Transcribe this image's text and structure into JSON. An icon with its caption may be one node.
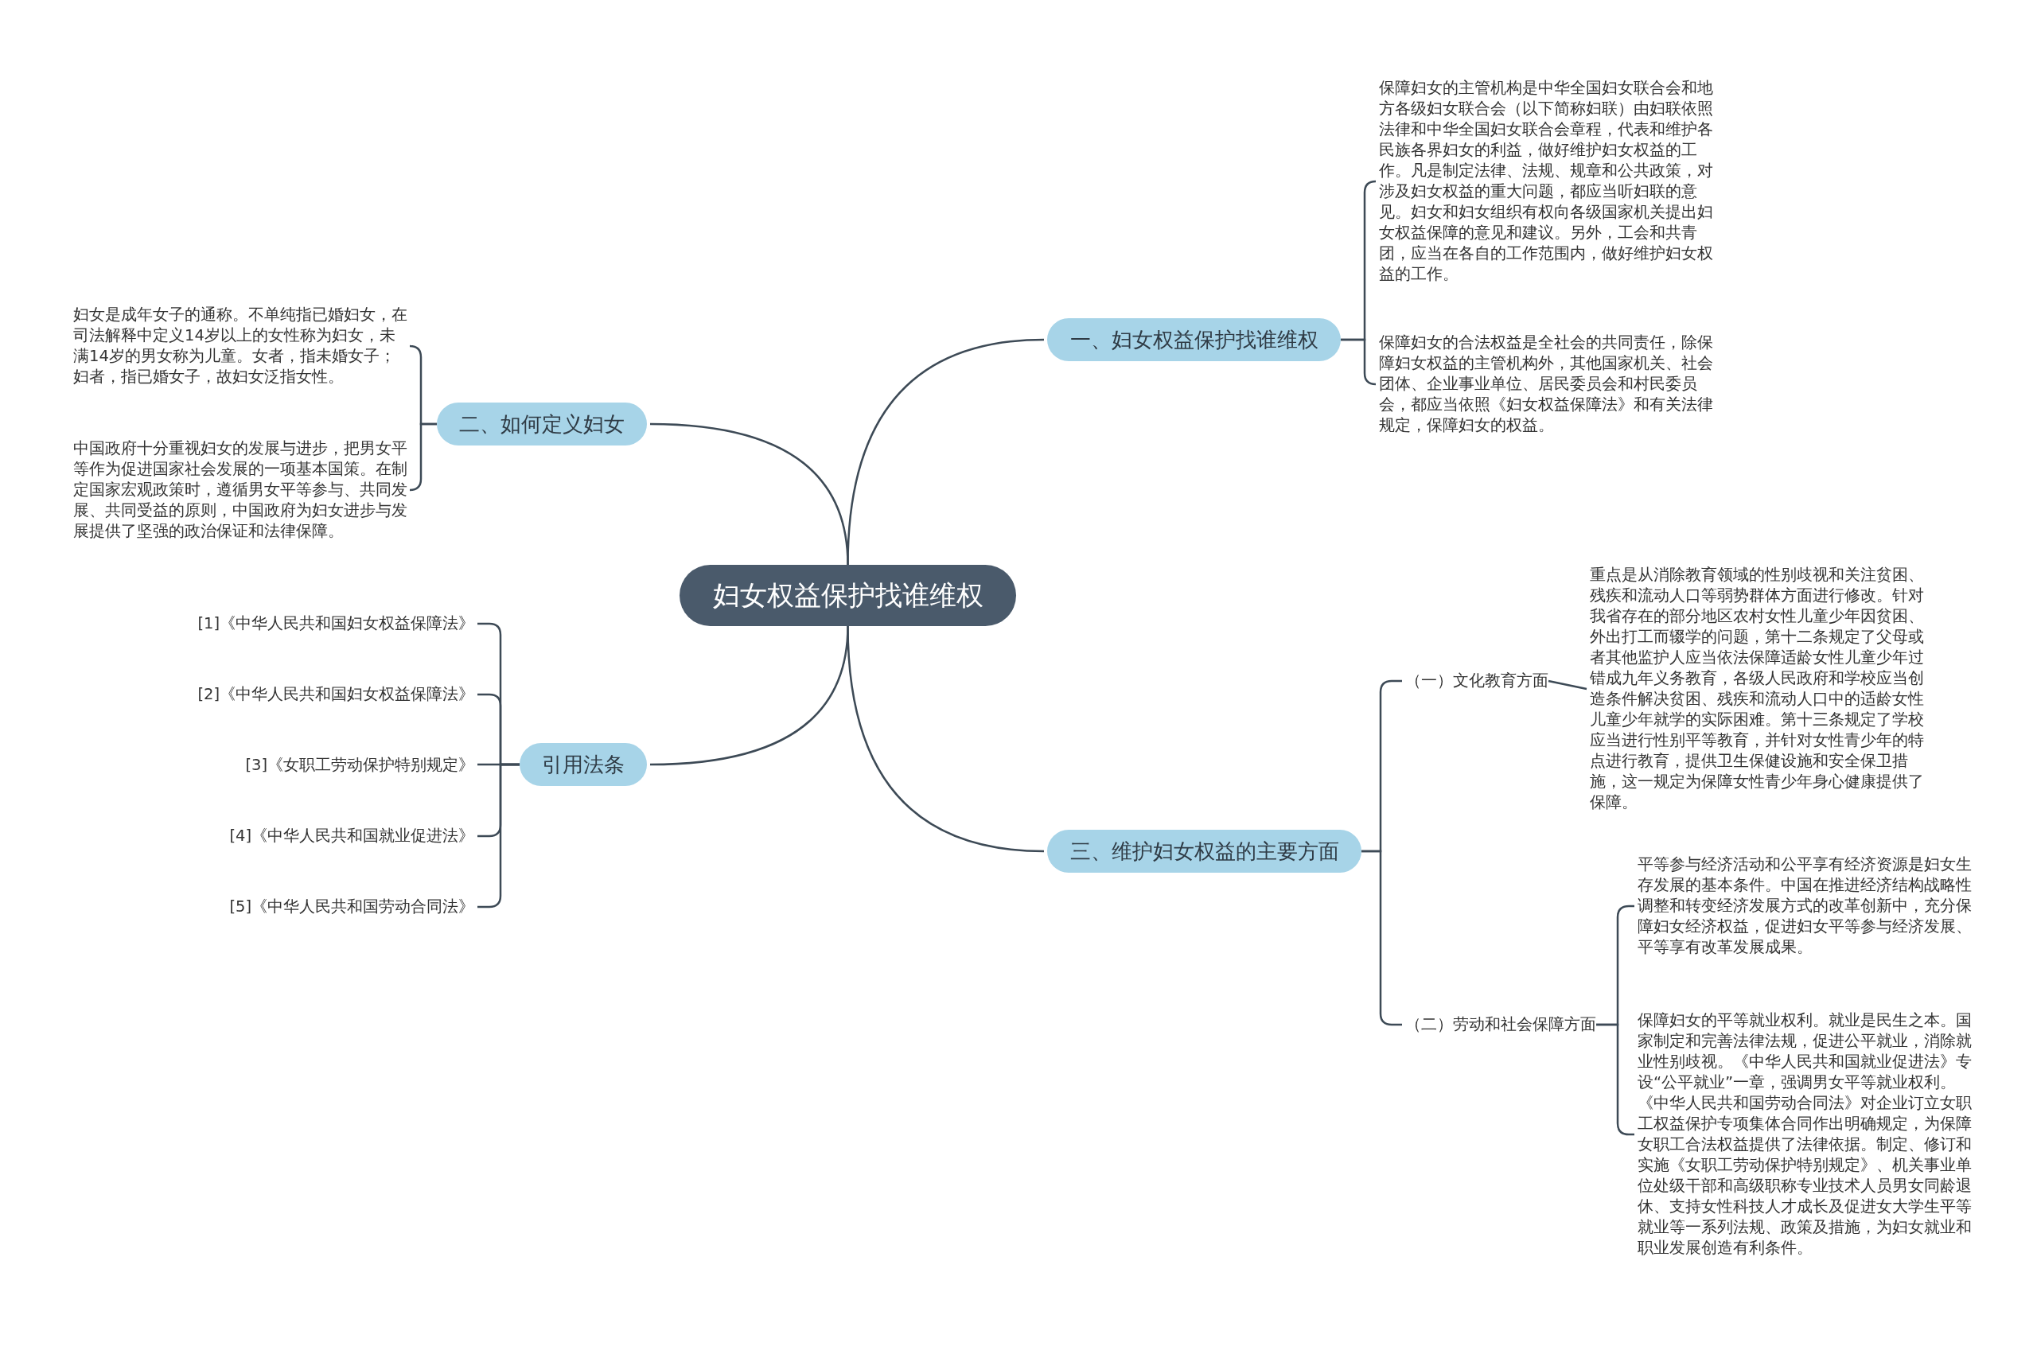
{
  "diagram": {
    "nodes": [
      {
        "text": [
          "妇女权益保护找谁维权"
        ]
      },
      {
        "text": [
          "一、妇女权益保护找谁维权"
        ]
      },
      {
        "text": [
          "保障妇女的主管机构是中华全国妇女联合会和地方各级妇女联合会（以下简称妇联）由妇联依照法律和中华全国妇女联合会章程，代表和维护各民族各界妇女的利益，做好维护妇女权益的工作。凡是制定法律、法规、规章和公共政策，对涉及妇女权益的重大问题，都应当听妇联的意见。妇女和妇女组织有权向各级国家机关提出妇女权益保障的意见和建议。另外，工会和共青团，应当在各自的工作范围内，做好维护妇女权益的工作。"
        ]
      },
      {
        "text": [
          "保障妇女的合法权益是全社会的共同责任，除保障妇女权益的主管机构外，其他国家机关、社会团体、企业事业单位、居民委员会和村民委员会，都应当依照《妇女权益保障法》和有关法律规定，保障妇女的权益。"
        ]
      },
      {
        "text": [
          "二、如何定义妇女"
        ]
      },
      {
        "text": [
          "妇女是成年女子的通称。不单纯指已婚妇女，在司法解释中定义14岁以上的女性称为妇女，未满14岁的男女称为儿童。女者，指未婚女子；妇者，指已婚女子，故妇女泛指女性。"
        ]
      },
      {
        "text": [
          "中国政府十分重视妇女的发展与进步，把男女平等作为促进国家社会发展的一项基本国策。在制定国家宏观政策时，遵循男女平等参与、共同发展、共同受益的原则，中国政府为妇女进步与发展提供了坚强的政治保证和法律保障。"
        ]
      },
      {
        "text": [
          "引用法条"
        ]
      },
      {
        "text": [
          "[1]《中华人民共和国妇女权益保障法》"
        ]
      },
      {
        "text": [
          "[2]《中华人民共和国妇女权益保障法》"
        ]
      },
      {
        "text": [
          "[3]《女职工劳动保护特别规定》"
        ]
      },
      {
        "text": [
          "[4]《中华人民共和国就业促进法》"
        ]
      },
      {
        "text": [
          "[5]《中华人民共和国劳动合同法》"
        ]
      },
      {
        "text": [
          "三、维护妇女权益的主要方面"
        ]
      },
      {
        "text": [
          "（一）文化教育方面"
        ]
      },
      {
        "text": [
          "重点是从消除教育领域的性别歧视和关注贫困、残疾和流动人口等弱势群体方面进行修改。针对我省存在的部分地区农村女性儿童少年因贫困、外出打工而辍学的问题，第十二条规定了父母或者其他监护人应当依法保障适龄女性儿童少年过错成九年义务教育，各级人民政府和学校应当创造条件解决贫困、残疾和流动人口中的适龄女性儿童少年就学的实际困难。第十三条规定了学校应当进行性别平等教育，并针对女性青少年的特点进行教育，提供卫生保健设施和安全保卫措施，这一规定为保障女性青少年身心健康提供了保障。"
        ]
      },
      {
        "text": [
          "（二）劳动和社会保障方面"
        ]
      },
      {
        "text": [
          "平等参与经济活动和公平享有经济资源是妇女生存发展的基本条件。中国在推进经济结构战略性调整和转变经济发展方式的改革创新中，充分保障妇女经济权益，促进妇女平等参与经济发展、平等享有改革发展成果。"
        ]
      },
      {
        "text": [
          "保障妇女的平等就业权利。就业是民生之本。国家制定和完善法律法规，促进公平就业，消除就业性别歧视。《中华人民共和国就业促进法》专设“公平就业”一章，强调男女平等就业权利。《中华人民共和国劳动合同法》对企业订立女职工权益保护专项集体合同作出明确规定，为保障女职工合法权益提供了法律依据。制定、修订和实施《女职工劳动保护特别规定》、机关事业单位处级干部和高级职称专业技术人员男女同龄退休、支持女性科技人才成长及促进女大学生平等就业等一系列法规、政策及措施，为妇女就业和职业发展创造有利条件。"
        ]
      }
    ],
    "edges": [
      {
        "from": 0,
        "to": 1,
        "arrow": "none"
      },
      {
        "from": 1,
        "to": 2,
        "arrow": "none"
      },
      {
        "from": 1,
        "to": 3,
        "arrow": "none"
      },
      {
        "from": 0,
        "to": 4,
        "arrow": "none"
      },
      {
        "from": 4,
        "to": 5,
        "arrow": "none"
      },
      {
        "from": 4,
        "to": 6,
        "arrow": "none"
      },
      {
        "from": 0,
        "to": 7,
        "arrow": "none"
      },
      {
        "from": 7,
        "to": 8,
        "arrow": "none"
      },
      {
        "from": 7,
        "to": 9,
        "arrow": "none"
      },
      {
        "from": 7,
        "to": 10,
        "arrow": "none"
      },
      {
        "from": 7,
        "to": 11,
        "arrow": "none"
      },
      {
        "from": 7,
        "to": 12,
        "arrow": "none"
      },
      {
        "from": 0,
        "to": 13,
        "arrow": "none"
      },
      {
        "from": 13,
        "to": 14,
        "arrow": "none"
      },
      {
        "from": 14,
        "to": 15,
        "arrow": "none"
      },
      {
        "from": 13,
        "to": 16,
        "arrow": "none"
      },
      {
        "from": 16,
        "to": 17,
        "arrow": "none"
      },
      {
        "from": 16,
        "to": 18,
        "arrow": "none"
      }
    ]
  }
}
